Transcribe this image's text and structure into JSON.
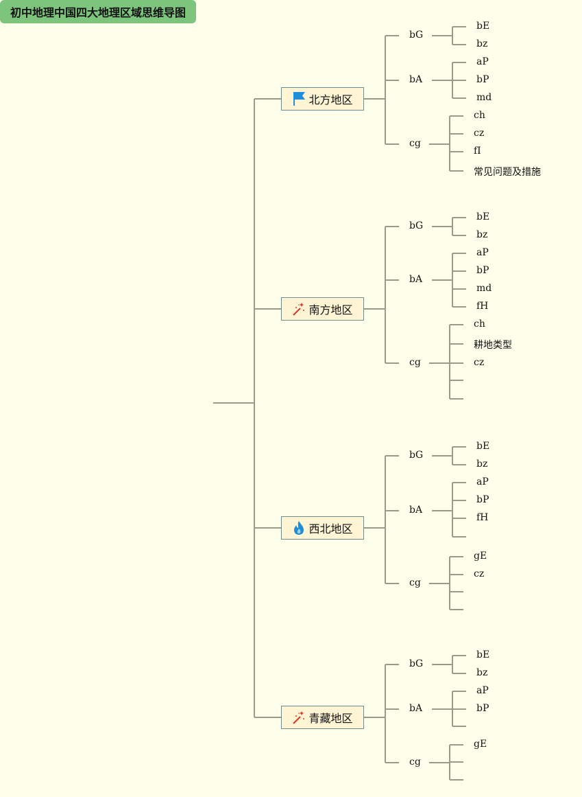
{
  "root": {
    "label": "初中地理中国四大地理区域思维导图"
  },
  "regions": [
    {
      "label": "北方地区",
      "icon": "blue-flag-icon",
      "branches": [
        {
          "label": "bG",
          "children": [
            "bE",
            "bz"
          ]
        },
        {
          "label": "bA",
          "children": [
            "aP",
            "bP",
            "md"
          ]
        },
        {
          "label": "cg",
          "children": [
            "ch",
            "cz",
            "fI",
            "常见问题及措施"
          ]
        }
      ]
    },
    {
      "label": "南方地区",
      "icon": "magic-wand-icon",
      "branches": [
        {
          "label": "bG",
          "children": [
            "bE",
            "bz"
          ]
        },
        {
          "label": "bA",
          "children": [
            "aP",
            "bP",
            "md",
            "fH"
          ]
        },
        {
          "label": "cg",
          "children": [
            "ch",
            "耕地类型",
            "cz",
            "",
            ""
          ]
        }
      ]
    },
    {
      "label": "西北地区",
      "icon": "flame-icon",
      "branches": [
        {
          "label": "bG",
          "children": [
            "bE",
            "bz"
          ]
        },
        {
          "label": "bA",
          "children": [
            "aP",
            "bP",
            "fH",
            ""
          ]
        },
        {
          "label": "cg",
          "children": [
            "gE",
            "cz",
            "",
            ""
          ]
        }
      ]
    },
    {
      "label": "青藏地区",
      "icon": "magic-wand-icon",
      "branches": [
        {
          "label": "bG",
          "children": [
            "bE",
            "bz"
          ]
        },
        {
          "label": "bA",
          "children": [
            "aP",
            "bP",
            ""
          ]
        },
        {
          "label": "cg",
          "children": [
            "gE",
            "",
            ""
          ]
        }
      ]
    }
  ],
  "colors": {
    "background": "#FEFFEA",
    "root_fill": "#7DC47D",
    "region_fill": "#FFF4D4",
    "connector": "#9A9A8A",
    "flag_blue": "#1E8FD8",
    "wand_red": "#D9362A"
  }
}
